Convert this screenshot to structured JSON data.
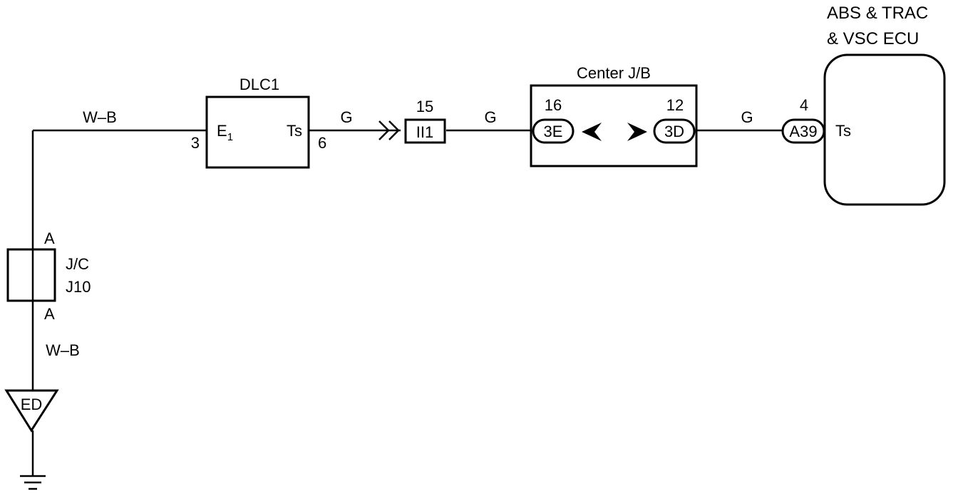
{
  "ecu": {
    "title_line1": "ABS & TRAC",
    "title_line2": "& VSC ECU",
    "pin": "4",
    "connector": "A39",
    "terminal": "Ts"
  },
  "dlc1": {
    "title": "DLC1",
    "terminal_e1": "E",
    "terminal_e1_sub": "1",
    "terminal_ts": "Ts",
    "pin_left": "3",
    "pin_right": "6"
  },
  "inline_connector": {
    "pin": "15",
    "label": "II1"
  },
  "center_jb": {
    "title": "Center J/B",
    "left_pin": "16",
    "left_connector": "3E",
    "right_pin": "12",
    "right_connector": "3D"
  },
  "wires": {
    "top_left": "W–B",
    "dlc_to_ii1": "G",
    "ii1_to_jb": "G",
    "jb_to_ecu": "G",
    "bottom_left": "W–B"
  },
  "junction": {
    "top_pin": "A",
    "bottom_pin": "A",
    "name_line1": "J/C",
    "name_line2": "J10"
  },
  "ground": {
    "label": "ED"
  }
}
